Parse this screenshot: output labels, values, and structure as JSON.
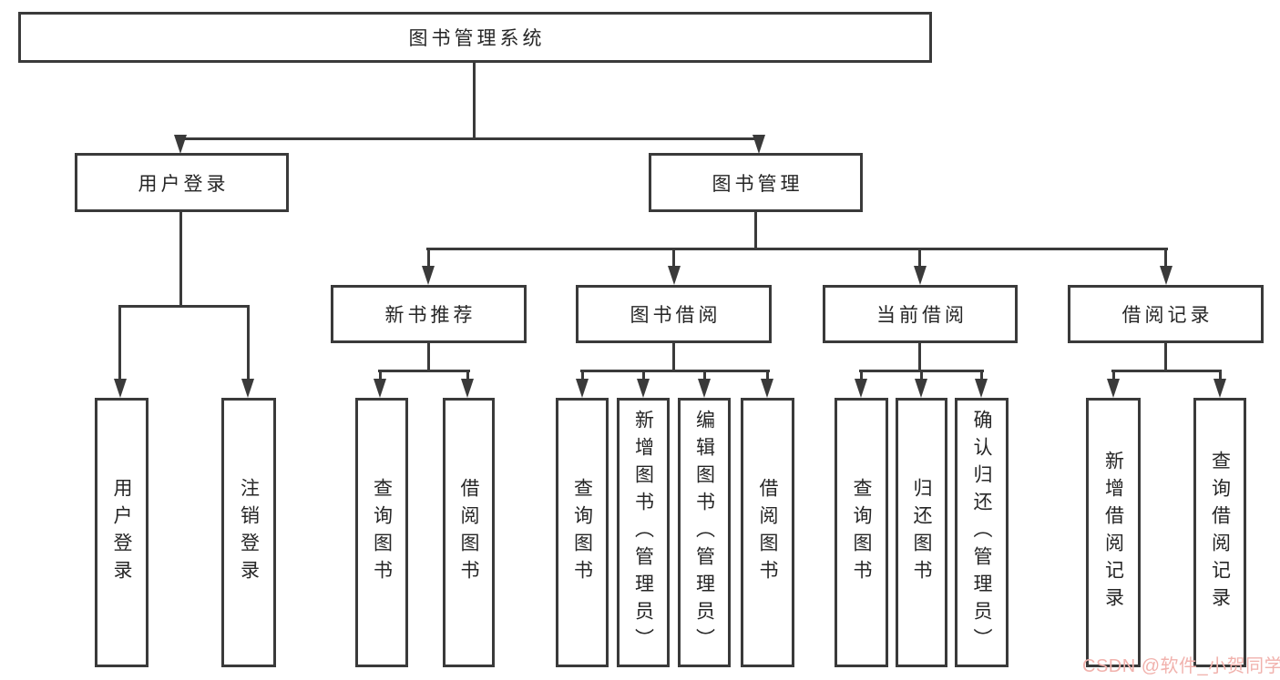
{
  "diagram": {
    "type": "hierarchy-tree",
    "hierarchy": {
      "label": "图书管理系统",
      "children": [
        {
          "label": "用户登录",
          "children": [
            {
              "label": "用户登录"
            },
            {
              "label": "注销登录"
            }
          ]
        },
        {
          "label": "图书管理",
          "children": [
            {
              "label": "新书推荐",
              "children": [
                {
                  "label": "查询图书"
                },
                {
                  "label": "借阅图书"
                }
              ]
            },
            {
              "label": "图书借阅",
              "children": [
                {
                  "label": "查询图书"
                },
                {
                  "label": "新增图书（管理员）"
                },
                {
                  "label": "编辑图书（管理员）"
                },
                {
                  "label": "借阅图书"
                }
              ]
            },
            {
              "label": "当前借阅",
              "children": [
                {
                  "label": "查询图书"
                },
                {
                  "label": "归还图书"
                },
                {
                  "label": "确认归还（管理员）"
                }
              ]
            },
            {
              "label": "借阅记录",
              "children": [
                {
                  "label": "新增借阅记录"
                },
                {
                  "label": "查询借阅记录"
                }
              ]
            }
          ]
        }
      ]
    },
    "colors": {
      "line": "#3a3a3a",
      "text": "#262626",
      "background": "#ffffff",
      "watermark": "#f1b2ad"
    }
  },
  "watermark": {
    "text": "CSDN @软件_小贺同学"
  }
}
